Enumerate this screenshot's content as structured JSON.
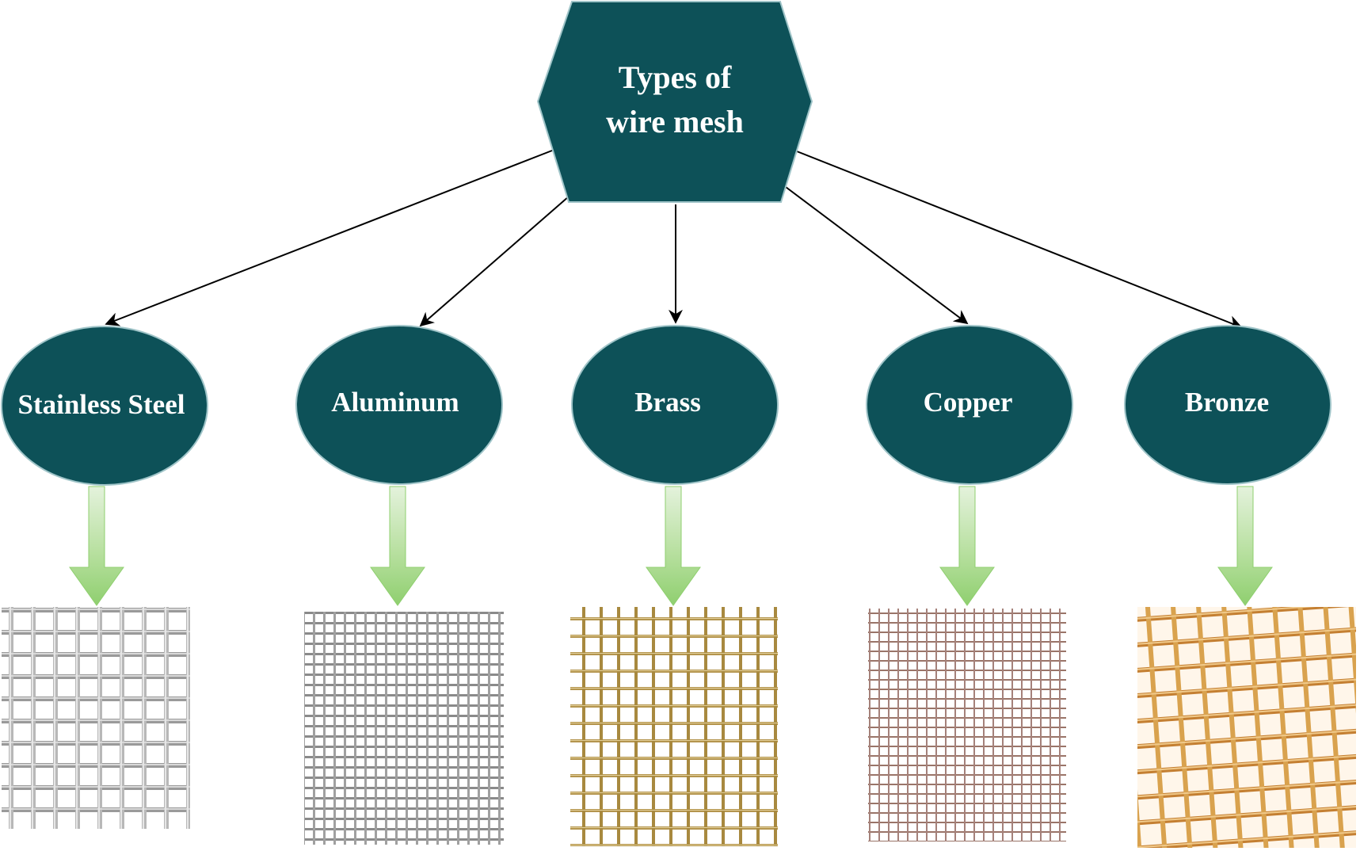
{
  "diagram": {
    "root": {
      "line1": "Types of",
      "line2": "wire mesh"
    },
    "children": [
      {
        "label": "Stainless Steel"
      },
      {
        "label": "Aluminum"
      },
      {
        "label": "Brass"
      },
      {
        "label": "Copper"
      },
      {
        "label": "Bronze"
      }
    ]
  },
  "colors": {
    "node_fill": "#0d5158",
    "node_stroke": "#9fc4c8",
    "connector": "#000000",
    "arrow_fill": "#8fcf6f",
    "arrow_light": "#e4f2dc",
    "stainless_wire": "#8c8c8c",
    "aluminum_wire": "#7a7a7a",
    "brass_wire": "#b0924a",
    "copper_wire": "#9a7468",
    "bronze_wire": "#c98a3a"
  }
}
